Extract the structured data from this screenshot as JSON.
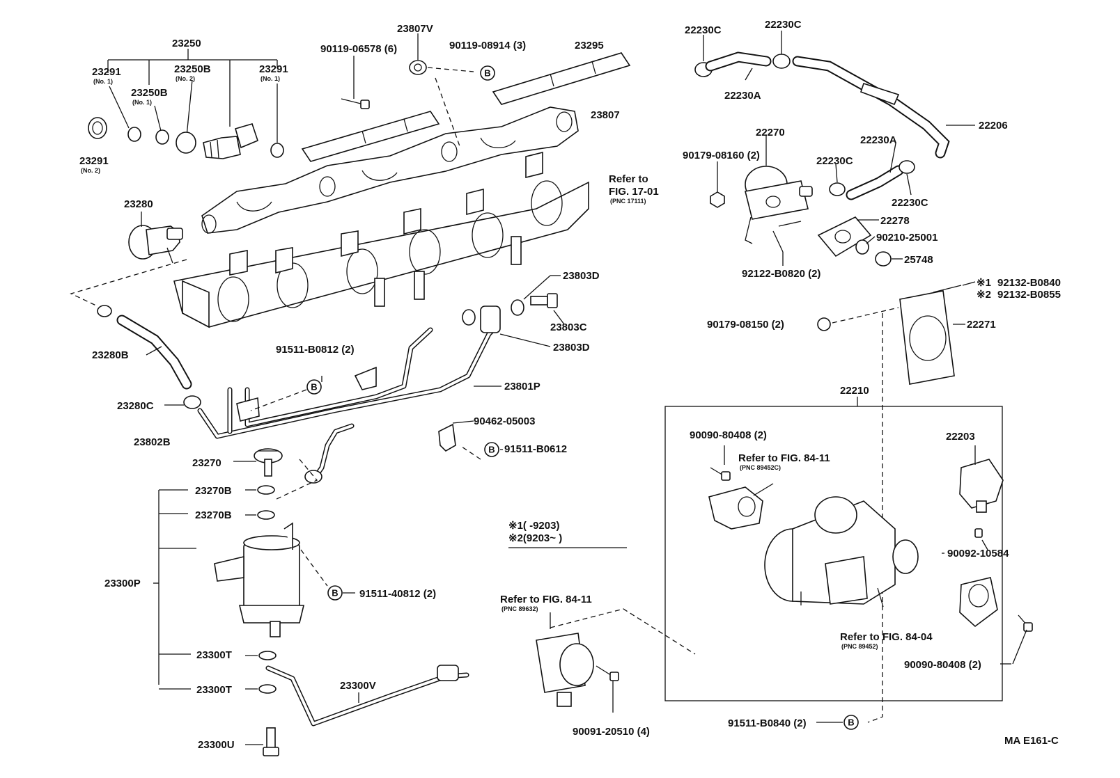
{
  "labels": {
    "p23250": "23250",
    "p23291_no1_left": "23291",
    "no1_a": "(No. 1)",
    "p23250B_no1": "23250B",
    "no1_b": "(No. 1)",
    "p23250B_no2": "23250B",
    "no2_a": "(No. 2)",
    "p23291_no1_right": "23291",
    "no1_c": "(No. 1)",
    "p23291_no2": "23291",
    "no2_b": "(No. 2)",
    "p90119_06578": "90119-06578 (6)",
    "p23807V": "23807V",
    "p90119_08914": "90119-08914 (3)",
    "p23295": "23295",
    "p23807": "23807",
    "refer1701_a": "Refer to",
    "refer1701_b": "FIG. 17-01",
    "refer1701_pnc": "(PNC 17111)",
    "p23280": "23280",
    "p23803D_top": "23803D",
    "p23803C": "23803C",
    "p23803D_bottom": "23803D",
    "p23280B": "23280B",
    "p91511_B0812": "91511-B0812 (2)",
    "p23801P": "23801P",
    "p23280C": "23280C",
    "p90462_05003": "90462-05003",
    "p23802B": "23802B",
    "p91511_B0612": "91511-B0612",
    "p23270": "23270",
    "p23270B_a": "23270B",
    "p23270B_b": "23270B",
    "p23300P": "23300P",
    "p91511_40812": "91511-40812 (2)",
    "p23300T_a": "23300T",
    "p23300T_b": "23300T",
    "p23300V": "23300V",
    "p23300U": "23300U",
    "note1": "※1(      -9203)",
    "note2": "※2(9203~      )",
    "refer8411_left": "Refer to FIG. 84-11",
    "refer8411_left_pnc": "(PNC 89632)",
    "p90091_20510": "90091-20510 (4)",
    "p22230C_a": "22230C",
    "p22230C_b": "22230C",
    "p22230A_a": "22230A",
    "p22206": "22206",
    "p22270": "22270",
    "p90179_08160": "90179-08160 (2)",
    "p22230A_b": "22230A",
    "p22230C_c": "22230C",
    "p22230C_d": "22230C",
    "p22278": "22278",
    "p90210_25001": "90210-25001",
    "p92122_B0820": "92122-B0820 (2)",
    "p25748": "25748",
    "mark1": "※1",
    "p92132_B0840": "92132-B0840",
    "mark2": "※2",
    "p92132_B0855": "92132-B0855",
    "p90179_08150": "90179-08150 (2)",
    "p22271": "22271",
    "p22210": "22210",
    "p90090_80408_top": "90090-80408 (2)",
    "refer8411_right": "Refer to FIG. 84-11",
    "refer8411_right_pnc": "(PNC 89452C)",
    "p22203": "22203",
    "p90092_10584": "90092-10584",
    "refer8404": "Refer to FIG. 84-04",
    "refer8404_pnc": "(PNC 89452)",
    "p90090_80408_bottom": "90090-80408 (2)",
    "p91511_B0840": "91511-B0840 (2)",
    "ref_code": "MA E161-C",
    "bolt_marker": "B"
  },
  "colors": {
    "ink": "#111111",
    "paper": "#ffffff"
  }
}
